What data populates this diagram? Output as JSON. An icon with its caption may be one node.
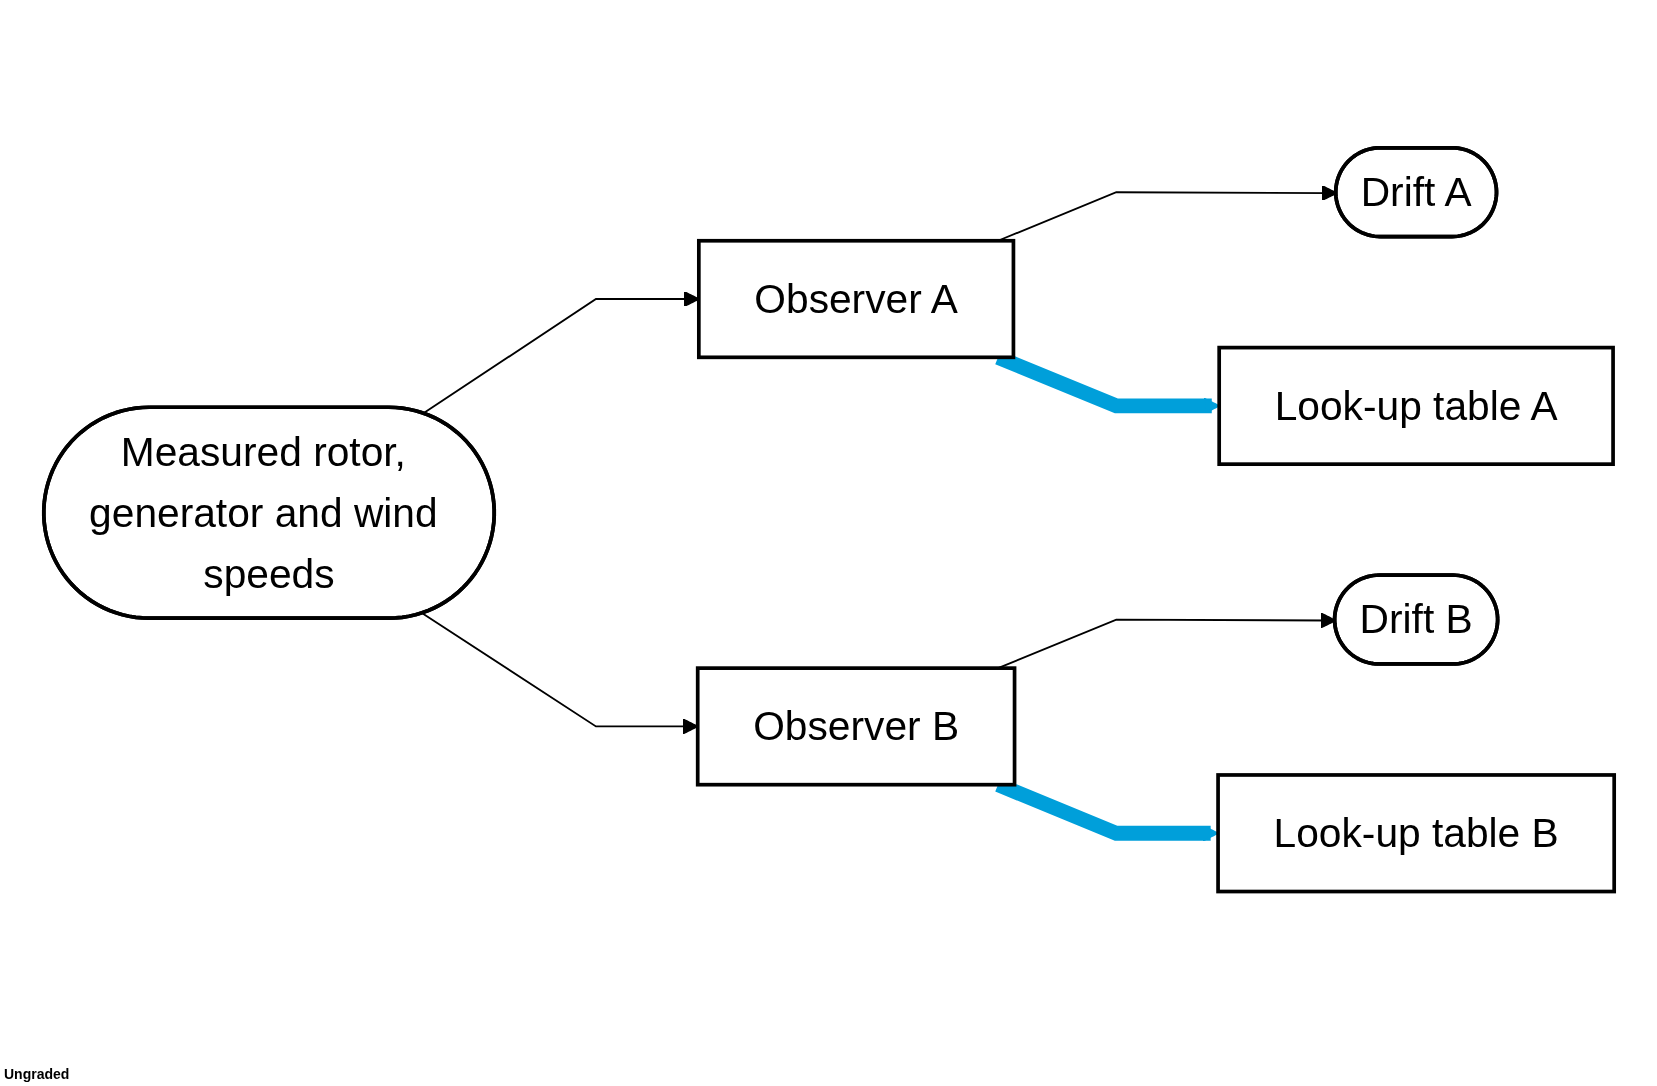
{
  "diagram": {
    "nodes": [
      {
        "text": [
          "Measured rotor, generator and wind speeds"
        ]
      },
      {
        "text": [
          "Observer A"
        ]
      },
      {
        "text": [
          "Drift A"
        ]
      },
      {
        "text": [
          "Observer B"
        ]
      },
      {
        "text": [
          "Drift B"
        ]
      },
      {
        "text": [
          "Look-up table A"
        ]
      },
      {
        "text": [
          "Look-up table B"
        ]
      }
    ],
    "edges": [
      {
        "from": 0,
        "to": 1,
        "arrow": "to"
      },
      {
        "from": 0,
        "to": 3,
        "arrow": "to"
      },
      {
        "from": 1,
        "to": 2,
        "arrow": "to"
      },
      {
        "from": 3,
        "to": 4,
        "arrow": "to"
      },
      {
        "from": 1,
        "to": 5,
        "arrow": "to",
        "style": "thick",
        "color": "#009fda"
      },
      {
        "from": 3,
        "to": 6,
        "arrow": "to",
        "style": "thick",
        "color": "#009fda"
      }
    ],
    "labels": [
      "Ungraded"
    ]
  }
}
